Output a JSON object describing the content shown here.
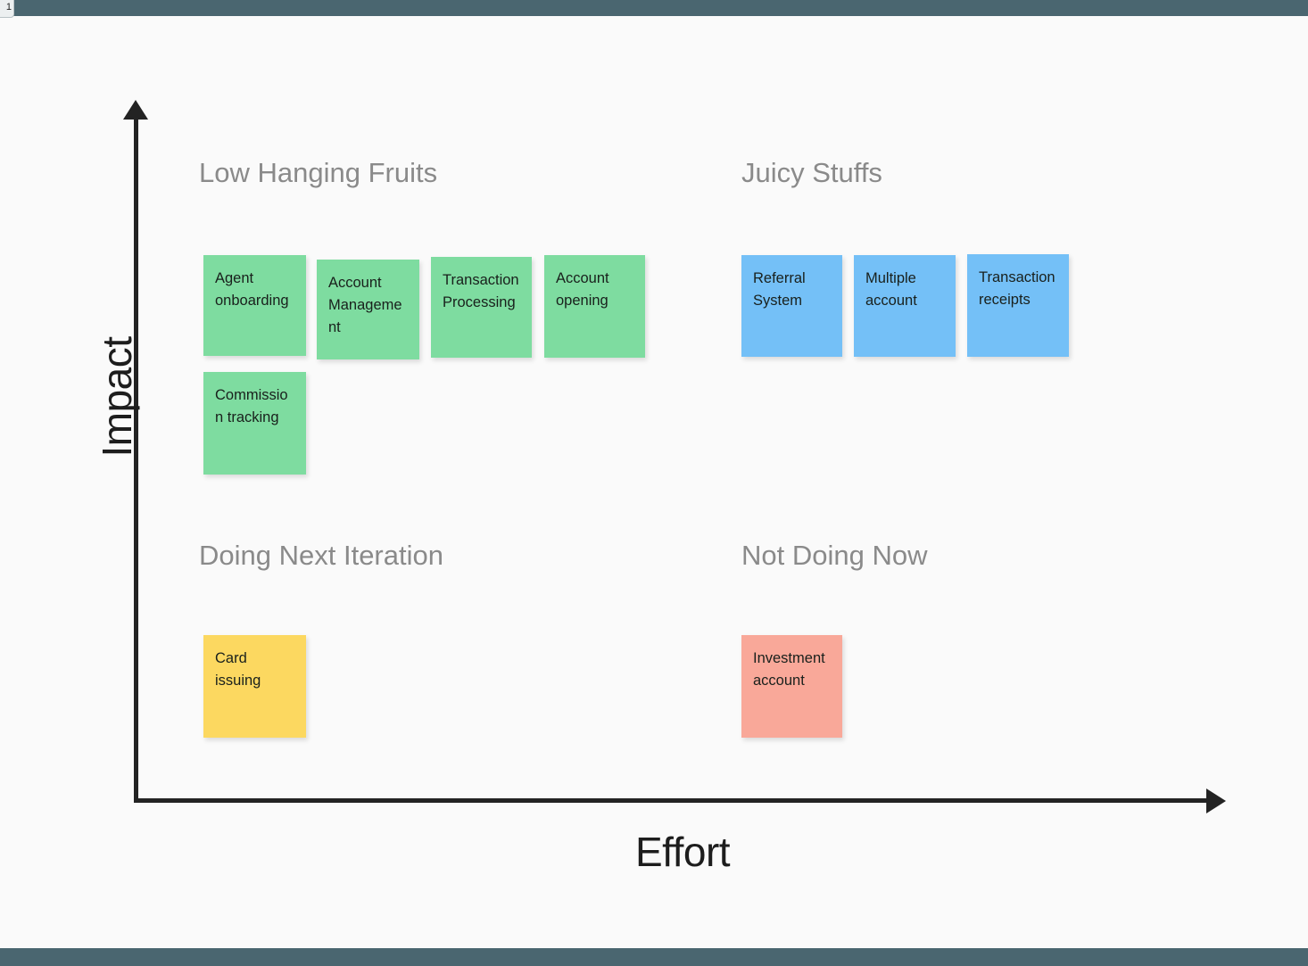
{
  "window": {
    "top_bar_color": "#4a6670",
    "bottom_bar_color": "#4a6670",
    "corner_tab_label": "1",
    "canvas_background": "#fafafa"
  },
  "axes": {
    "y_label": "Impact",
    "x_label": "Effort",
    "line_color": "#232323"
  },
  "quadrants": [
    {
      "id": "low-hanging-fruits",
      "title": "Low Hanging Fruits",
      "position": "top-left"
    },
    {
      "id": "juicy-stuffs",
      "title": "Juicy Stuffs",
      "position": "top-right"
    },
    {
      "id": "doing-next-iteration",
      "title": "Doing Next Iteration",
      "position": "bottom-left"
    },
    {
      "id": "not-doing-now",
      "title": "Not Doing Now",
      "position": "bottom-right"
    }
  ],
  "notes": [
    {
      "id": "agent-onboarding",
      "text": "Agent onboarding",
      "color": "green",
      "hex": "#7edca0",
      "quadrant": "low-hanging-fruits"
    },
    {
      "id": "account-management",
      "text": "Account Management",
      "color": "green",
      "hex": "#7edca0",
      "quadrant": "low-hanging-fruits"
    },
    {
      "id": "transaction-processing",
      "text": "Transaction Processing",
      "color": "green",
      "hex": "#7edca0",
      "quadrant": "low-hanging-fruits"
    },
    {
      "id": "account-opening",
      "text": "Account opening",
      "color": "green",
      "hex": "#7edca0",
      "quadrant": "low-hanging-fruits"
    },
    {
      "id": "commission-tracking",
      "text": "Commission tracking",
      "color": "green",
      "hex": "#7edca0",
      "quadrant": "low-hanging-fruits"
    },
    {
      "id": "referral-system",
      "text": "Referral System",
      "color": "blue",
      "hex": "#74c0f7",
      "quadrant": "juicy-stuffs"
    },
    {
      "id": "multiple-account",
      "text": "Multiple account",
      "color": "blue",
      "hex": "#74c0f7",
      "quadrant": "juicy-stuffs"
    },
    {
      "id": "transaction-receipts",
      "text": "Transaction receipts",
      "color": "blue",
      "hex": "#74c0f7",
      "quadrant": "juicy-stuffs"
    },
    {
      "id": "card-issuing",
      "text": "Card issuing",
      "color": "yellow",
      "hex": "#fcd860",
      "quadrant": "doing-next-iteration"
    },
    {
      "id": "investment-account",
      "text": "Investment account",
      "color": "red",
      "hex": "#f9a899",
      "quadrant": "not-doing-now"
    }
  ]
}
